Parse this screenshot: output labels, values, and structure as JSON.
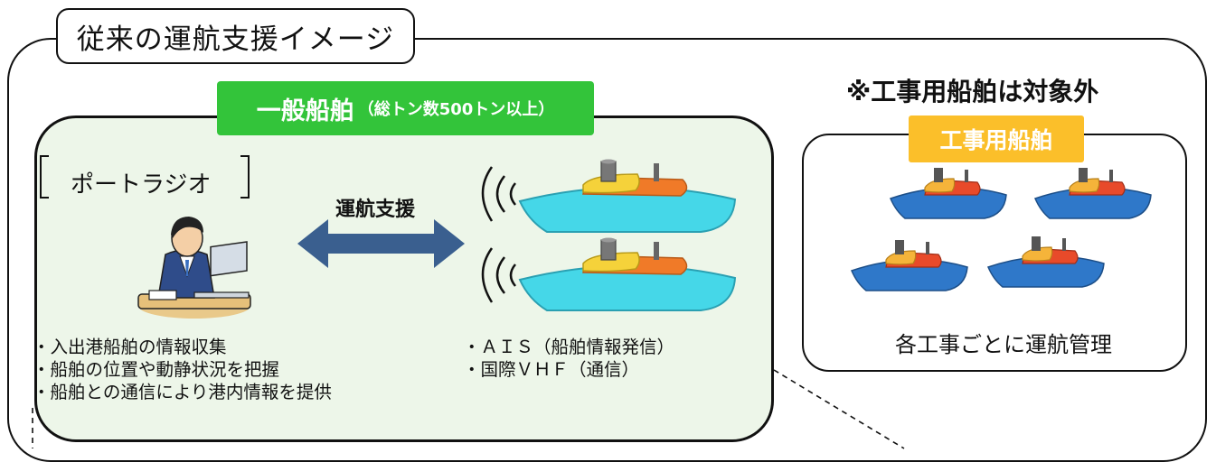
{
  "title": "従来の運航支援イメージ",
  "general_ships": {
    "title": "一般船舶",
    "subtitle": "（総トン数500トン以上）"
  },
  "port_radio": {
    "label": "ポートラジオ",
    "tasks": [
      "入出港船舶の情報収集",
      "船舶の位置や動静状況を把握",
      "船舶との通信により港内情報を提供"
    ]
  },
  "support": {
    "label": "運航支援"
  },
  "ship_systems": [
    "ＡＩＳ（船舶情報発信）",
    "国際ＶＨＦ（通信）"
  ],
  "construction": {
    "note": "※工事用船舶は対象外",
    "title": "工事用船舶",
    "caption": "各工事ごとに運航管理"
  },
  "colors": {
    "general_header": "#33c43a",
    "general_panel_bg": "#edf6e9",
    "construction_header": "#fbbf2a",
    "arrow": "#3a5f8f",
    "general_hull": "#45d7e8",
    "construction_hull": "#2f78c9"
  }
}
